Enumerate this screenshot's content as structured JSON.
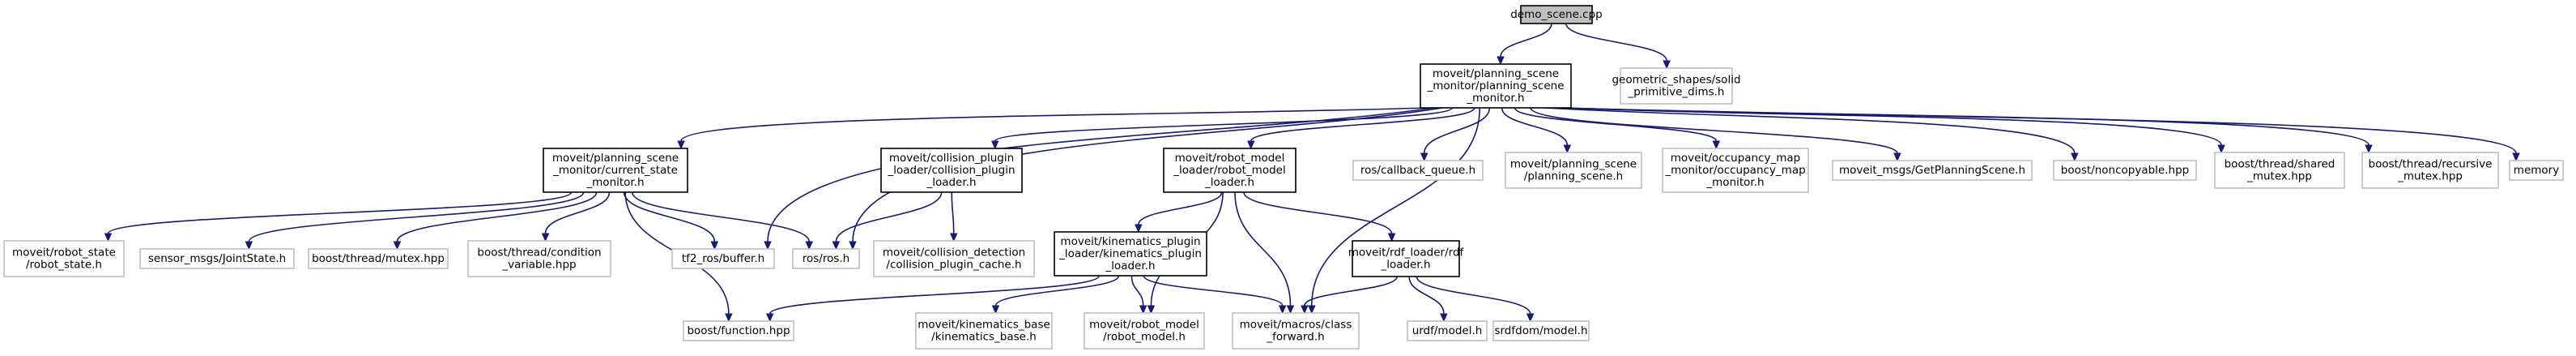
{
  "colors": {
    "edge": "#191970",
    "root_fill": "#bfbfbf",
    "root_border": "#000000",
    "documented_border": "#000000",
    "external_border": "#bfbfbf",
    "box_fill": "#ffffff"
  },
  "nodes": [
    {
      "id": "demo",
      "lines": [
        "demo_scene.cpp"
      ],
      "kind": "root"
    },
    {
      "id": "psm",
      "lines": [
        "moveit/planning_scene",
        "_monitor/planning_scene",
        "_monitor.h"
      ],
      "kind": "documented"
    },
    {
      "id": "geo",
      "lines": [
        "geometric_shapes/solid",
        "_primitive_dims.h"
      ],
      "kind": "external"
    },
    {
      "id": "csm",
      "lines": [
        "moveit/planning_scene",
        "_monitor/current_state",
        "_monitor.h"
      ],
      "kind": "documented"
    },
    {
      "id": "cpl",
      "lines": [
        "moveit/collision_plugin",
        "_loader/collision_plugin",
        "_loader.h"
      ],
      "kind": "documented"
    },
    {
      "id": "rml",
      "lines": [
        "moveit/robot_model",
        "_loader/robot_model",
        "_loader.h"
      ],
      "kind": "documented"
    },
    {
      "id": "cbq",
      "lines": [
        "ros/callback_queue.h"
      ],
      "kind": "external"
    },
    {
      "id": "ps",
      "lines": [
        "moveit/planning_scene",
        "/planning_scene.h"
      ],
      "kind": "external"
    },
    {
      "id": "omm",
      "lines": [
        "moveit/occupancy_map",
        "_monitor/occupancy_map",
        "_monitor.h"
      ],
      "kind": "external"
    },
    {
      "id": "gps",
      "lines": [
        "moveit_msgs/GetPlanningScene.h"
      ],
      "kind": "external"
    },
    {
      "id": "nc",
      "lines": [
        "boost/noncopyable.hpp"
      ],
      "kind": "external"
    },
    {
      "id": "smx",
      "lines": [
        "boost/thread/shared",
        "_mutex.hpp"
      ],
      "kind": "external"
    },
    {
      "id": "rmx",
      "lines": [
        "boost/thread/recursive",
        "_mutex.hpp"
      ],
      "kind": "external"
    },
    {
      "id": "mem",
      "lines": [
        "memory"
      ],
      "kind": "external"
    },
    {
      "id": "rst",
      "lines": [
        "moveit/robot_state",
        "/robot_state.h"
      ],
      "kind": "external"
    },
    {
      "id": "js",
      "lines": [
        "sensor_msgs/JointState.h"
      ],
      "kind": "external"
    },
    {
      "id": "mtx",
      "lines": [
        "boost/thread/mutex.hpp"
      ],
      "kind": "external"
    },
    {
      "id": "cv",
      "lines": [
        "boost/thread/condition",
        "_variable.hpp"
      ],
      "kind": "external"
    },
    {
      "id": "tf2",
      "lines": [
        "tf2_ros/buffer.h"
      ],
      "kind": "external"
    },
    {
      "id": "ros",
      "lines": [
        "ros/ros.h"
      ],
      "kind": "external"
    },
    {
      "id": "cdc",
      "lines": [
        "moveit/collision_detection",
        "/collision_plugin_cache.h"
      ],
      "kind": "external"
    },
    {
      "id": "kpl",
      "lines": [
        "moveit/kinematics_plugin",
        "_loader/kinematics_plugin",
        "_loader.h"
      ],
      "kind": "documented"
    },
    {
      "id": "rdf",
      "lines": [
        "moveit/rdf_loader/rdf",
        "_loader.h"
      ],
      "kind": "documented"
    },
    {
      "id": "fn",
      "lines": [
        "boost/function.hpp"
      ],
      "kind": "external"
    },
    {
      "id": "kb",
      "lines": [
        "moveit/kinematics_base",
        "/kinematics_base.h"
      ],
      "kind": "external"
    },
    {
      "id": "rm",
      "lines": [
        "moveit/robot_model",
        "/robot_model.h"
      ],
      "kind": "external"
    },
    {
      "id": "mcf",
      "lines": [
        "moveit/macros/class",
        "_forward.h"
      ],
      "kind": "external"
    },
    {
      "id": "urdf",
      "lines": [
        "urdf/model.h"
      ],
      "kind": "external"
    },
    {
      "id": "srdf",
      "lines": [
        "srdfdom/model.h"
      ],
      "kind": "external"
    }
  ],
  "edges": [
    [
      "demo",
      "psm"
    ],
    [
      "demo",
      "geo"
    ],
    [
      "psm",
      "csm"
    ],
    [
      "psm",
      "cpl"
    ],
    [
      "psm",
      "rml"
    ],
    [
      "psm",
      "cbq"
    ],
    [
      "psm",
      "ps"
    ],
    [
      "psm",
      "omm"
    ],
    [
      "psm",
      "gps"
    ],
    [
      "psm",
      "nc"
    ],
    [
      "psm",
      "smx"
    ],
    [
      "psm",
      "rmx"
    ],
    [
      "psm",
      "mem"
    ],
    [
      "psm",
      "tf2"
    ],
    [
      "psm",
      "ros"
    ],
    [
      "psm",
      "mcf"
    ],
    [
      "csm",
      "rst"
    ],
    [
      "csm",
      "js"
    ],
    [
      "csm",
      "mtx"
    ],
    [
      "csm",
      "cv"
    ],
    [
      "csm",
      "tf2"
    ],
    [
      "csm",
      "ros"
    ],
    [
      "csm",
      "fn"
    ],
    [
      "cpl",
      "ros"
    ],
    [
      "cpl",
      "cdc"
    ],
    [
      "rml",
      "kpl"
    ],
    [
      "rml",
      "rdf"
    ],
    [
      "rml",
      "rm"
    ],
    [
      "rml",
      "mcf"
    ],
    [
      "kpl",
      "fn"
    ],
    [
      "kpl",
      "kb"
    ],
    [
      "kpl",
      "rm"
    ],
    [
      "kpl",
      "mcf"
    ],
    [
      "rdf",
      "mcf"
    ],
    [
      "rdf",
      "urdf"
    ],
    [
      "rdf",
      "srdf"
    ]
  ]
}
